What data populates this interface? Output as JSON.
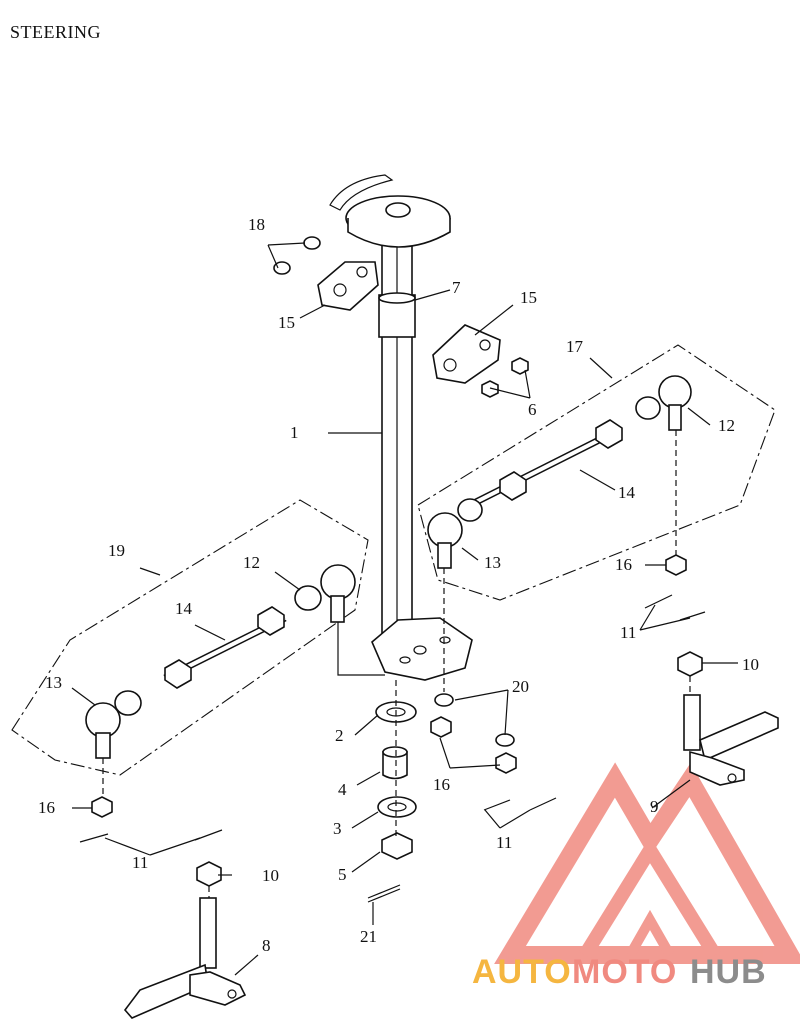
{
  "title": "STEERING",
  "watermark": {
    "auto": "AUTO",
    "moto": "MOTO",
    "hub": "HUB",
    "logo_color": "#f08a80",
    "auto_color": "#f5b640",
    "moto_color": "#f08a80",
    "hub_color": "#8c8c8c"
  },
  "callouts": {
    "c1": "1",
    "c2": "2",
    "c3": "3",
    "c4": "4",
    "c5": "5",
    "c6": "6",
    "c7": "7",
    "c8": "8",
    "c9": "9",
    "c10a": "10",
    "c10b": "10",
    "c11a": "11",
    "c11b": "11",
    "c11c": "11",
    "c12a": "12",
    "c12b": "12",
    "c13a": "13",
    "c13b": "13",
    "c14a": "14",
    "c14b": "14",
    "c15a": "15",
    "c15b": "15",
    "c16a": "16",
    "c16b": "16",
    "c16c": "16",
    "c17": "17",
    "c18": "18",
    "c19": "19",
    "c20": "20",
    "c21": "21"
  }
}
